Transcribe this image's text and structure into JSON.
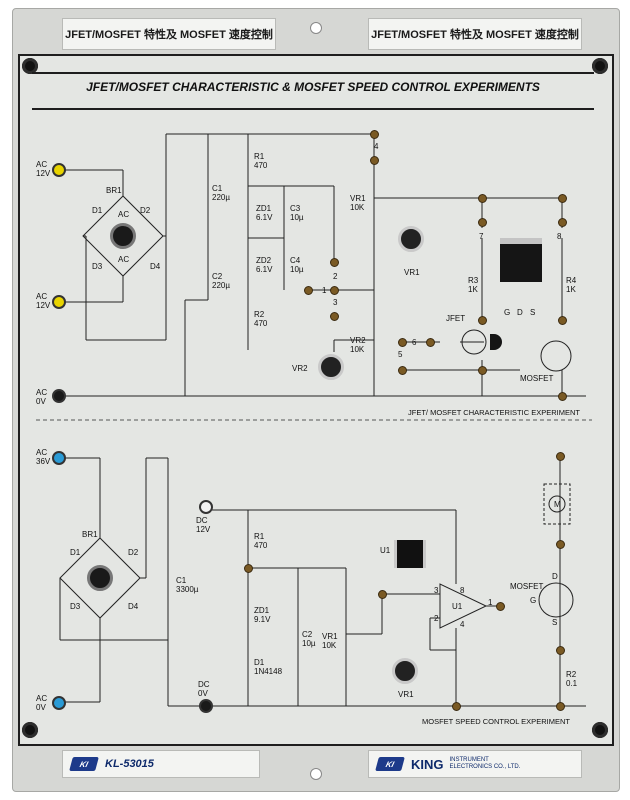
{
  "top_tags": {
    "left": "JFET/MOSFET 特性及 MOSFET 速度控制",
    "right": "JFET/MOSFET 特性及 MOSFET 速度控制"
  },
  "panel_title": "JFET/MOSFET CHARACTERISTIC & MOSFET SPEED CONTROL EXPERIMENTS",
  "section1": {
    "footer": "JFET/ MOSFET CHARACTERISTIC EXPERIMENT",
    "ac_top": [
      "AC",
      "12V"
    ],
    "ac_mid": [
      "AC",
      "12V"
    ],
    "ac_bot": [
      "AC",
      "0V"
    ],
    "br": "BR1",
    "diodes": [
      "D1",
      "D2",
      "D3",
      "D4"
    ],
    "ac_mark_top": "AC",
    "ac_mark_bot": "AC",
    "c1": [
      "C1",
      "220µ"
    ],
    "c2": [
      "C2",
      "220µ"
    ],
    "r1": [
      "R1",
      "470"
    ],
    "r2": [
      "R2",
      "470"
    ],
    "zd1": [
      "ZD1",
      "6.1V"
    ],
    "zd2": [
      "ZD2",
      "6.1V"
    ],
    "c3": [
      "C3",
      "10µ"
    ],
    "c4": [
      "C4",
      "10µ"
    ],
    "vr1": [
      "VR1",
      "10K"
    ],
    "vr2": [
      "VR2",
      "10K"
    ],
    "vr1_knob": "VR1",
    "vr2_knob": "VR2",
    "r3": [
      "R3",
      "1K"
    ],
    "r4": [
      "R4",
      "1K"
    ],
    "nums": [
      "1",
      "2",
      "3",
      "4",
      "5",
      "6",
      "7",
      "8"
    ],
    "jfet": "JFET",
    "mosfet": "MOSFET",
    "pins": [
      "G",
      "D",
      "S"
    ]
  },
  "section2": {
    "footer": "MOSFET SPEED CONTROL EXPERIMENT",
    "ac_top": [
      "AC",
      "36V"
    ],
    "ac_bot": [
      "AC",
      "0V"
    ],
    "dc_top": [
      "DC",
      "12V"
    ],
    "dc_bot": [
      "DC",
      "0V"
    ],
    "br": "BR1",
    "diodes": [
      "D1",
      "D2",
      "D3",
      "D4"
    ],
    "c1": [
      "C1",
      "3300µ"
    ],
    "r1": [
      "R1",
      "470"
    ],
    "zd1": [
      "ZD1",
      "9.1V"
    ],
    "d1": [
      "D1",
      "1N4148"
    ],
    "c2": [
      "C2",
      "10µ"
    ],
    "vr1": [
      "VR1",
      "10K"
    ],
    "vr1_knob": "VR1",
    "u1_chip": "U1",
    "u1": "U1",
    "u1_pins": [
      "3",
      "8",
      "2",
      "4",
      "1"
    ],
    "mosfet": "MOSFET",
    "r2": [
      "R2",
      "0.1"
    ],
    "motor": "M",
    "pins": [
      "D",
      "G",
      "S"
    ]
  },
  "bottom": {
    "model": "KL-53015",
    "brand": "KING",
    "brand_sub": [
      "INSTRUMENT",
      "ELECTRONICS CO., LTD."
    ],
    "logo": "KI"
  },
  "colors": {
    "panel": "#e4e6e3",
    "frame": "#d6d7d4",
    "ink": "#111111",
    "jack_yellow": "#e8d400",
    "jack_blue": "#2a9bd6",
    "jack_black": "#1a1a1a",
    "jack_white": "#f2f2f2"
  }
}
